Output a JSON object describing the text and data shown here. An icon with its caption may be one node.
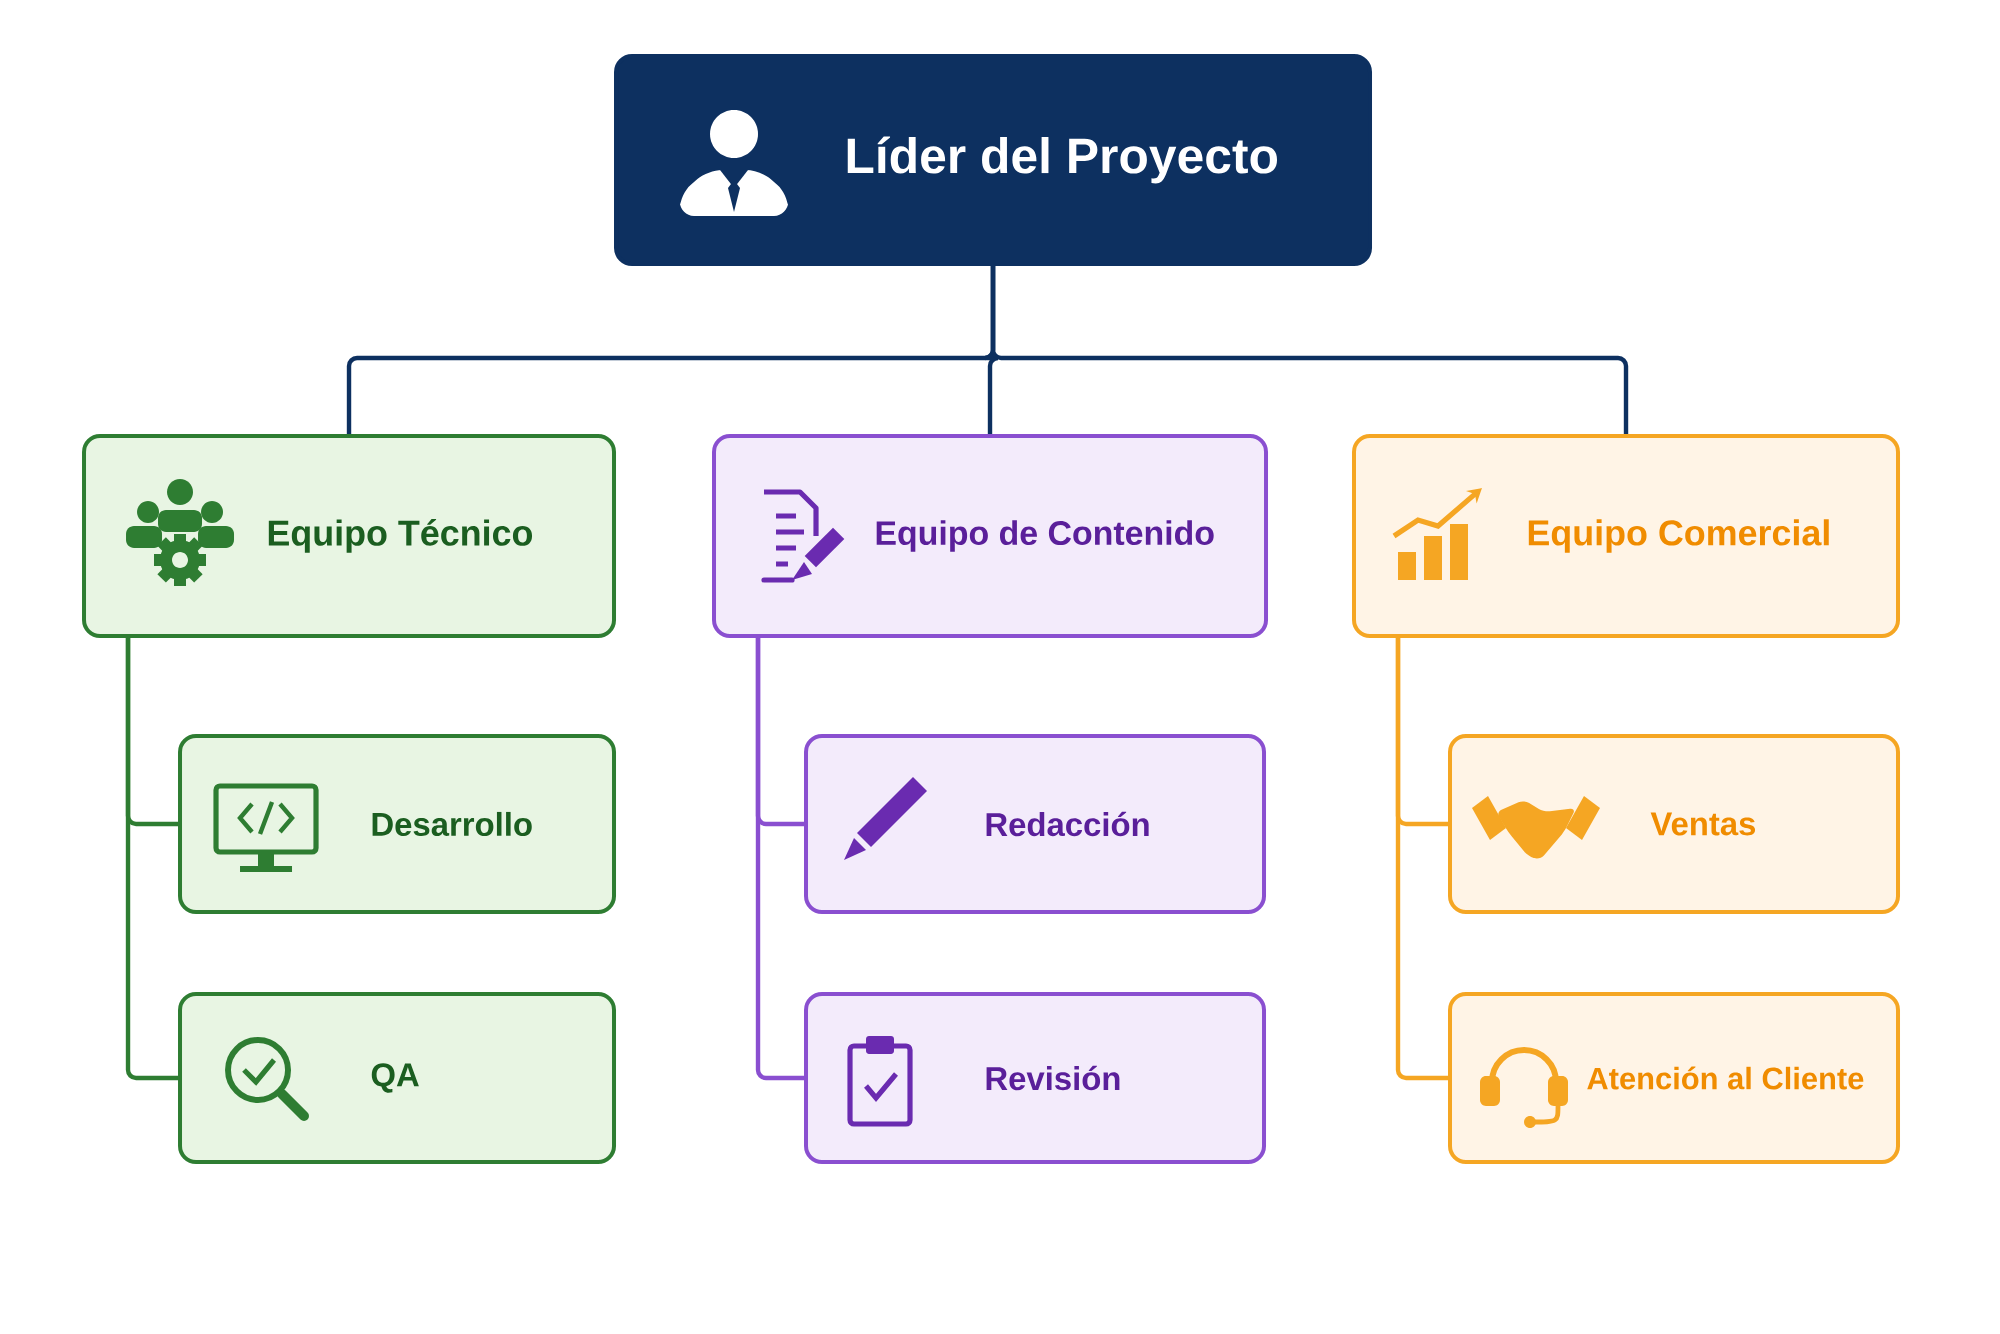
{
  "diagram": {
    "nodes": [
      {
        "text": [
          "Líder del Proyecto"
        ]
      },
      {
        "text": [
          "Equipo Técnico"
        ]
      },
      {
        "text": [
          "Equipo de Contenido"
        ]
      },
      {
        "text": [
          "Equipo Comercial"
        ]
      },
      {
        "text": [
          "Desarrollo"
        ]
      },
      {
        "text": [
          "QA"
        ]
      },
      {
        "text": [
          "Redacción"
        ]
      },
      {
        "text": [
          "Revisión"
        ]
      },
      {
        "text": [
          "Ventas"
        ]
      },
      {
        "text": [
          "Atención al Cliente"
        ]
      }
    ],
    "edges": [
      {
        "from": 0,
        "to": 1,
        "arrow": "none"
      },
      {
        "from": 0,
        "to": 2,
        "arrow": "none"
      },
      {
        "from": 0,
        "to": 3,
        "arrow": "none"
      },
      {
        "from": 1,
        "to": 4,
        "arrow": "none",
        "color": "#2e7d32"
      },
      {
        "from": 1,
        "to": 5,
        "arrow": "none",
        "color": "#2e7d32"
      },
      {
        "from": 2,
        "to": 6,
        "arrow": "none",
        "color": "#8a4fd0"
      },
      {
        "from": 2,
        "to": 7,
        "arrow": "none",
        "color": "#8a4fd0"
      },
      {
        "from": 3,
        "to": 8,
        "arrow": "none",
        "color": "#f5a623"
      },
      {
        "from": 3,
        "to": 9,
        "arrow": "none",
        "color": "#f5a623"
      }
    ]
  }
}
